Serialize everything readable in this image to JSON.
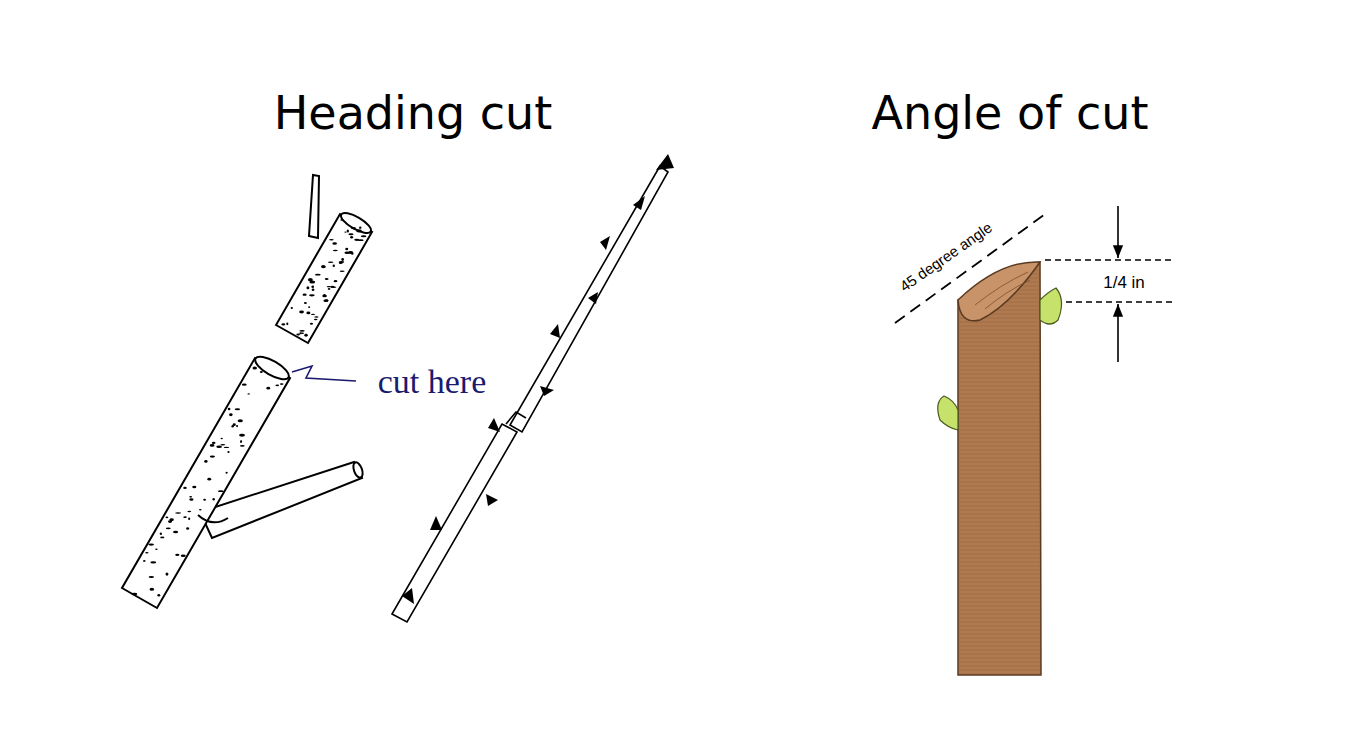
{
  "diagram": {
    "labels": [
      "Heading cut",
      "cut here",
      "Angle of cut",
      "45 degree angle",
      "1/4 in"
    ]
  }
}
